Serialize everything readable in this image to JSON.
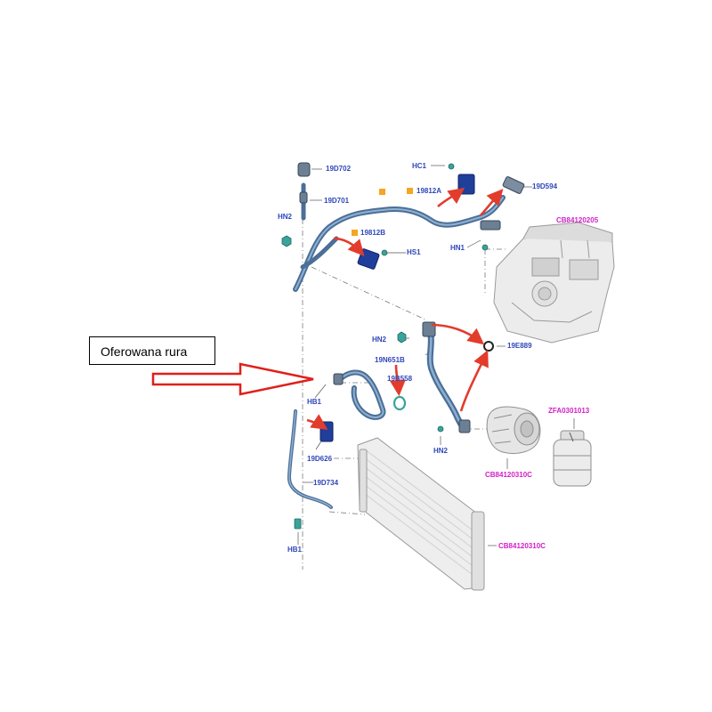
{
  "callout": {
    "text": "Oferowana rura"
  },
  "labels": {
    "l_19d702": "19D702",
    "l_19d701": "19D701",
    "l_hn2_top": "HN2",
    "l_hc1": "HC1",
    "l_19812a": "19812A",
    "l_19d594": "19D594",
    "l_cb84120205": "CB84120205",
    "l_19812b": "19812B",
    "l_hs1": "HS1",
    "l_hn1": "HN1",
    "l_hn2_mid": "HN2",
    "l_19e889": "19E889",
    "l_19n651b": "19N651B",
    "l_19b558": "19B558",
    "l_hb1_top": "HB1",
    "l_zfa0301013": "ZFA0301013",
    "l_19d626": "19D626",
    "l_hn2_low": "HN2",
    "l_cb84120310c_a": "CB84120310C",
    "l_19d734": "19D734",
    "l_hb1_bot": "HB1",
    "l_cb84120310c_b": "CB84120310C"
  },
  "colors": {
    "part_label": "#2f47b8",
    "assembly_label": "#d21fc8",
    "hose": "#5b7fa6",
    "arrow": "#e33b2c",
    "callout_arrow": "#e0201a",
    "fastener": "#3aa39a",
    "marker": "#f5a623"
  }
}
